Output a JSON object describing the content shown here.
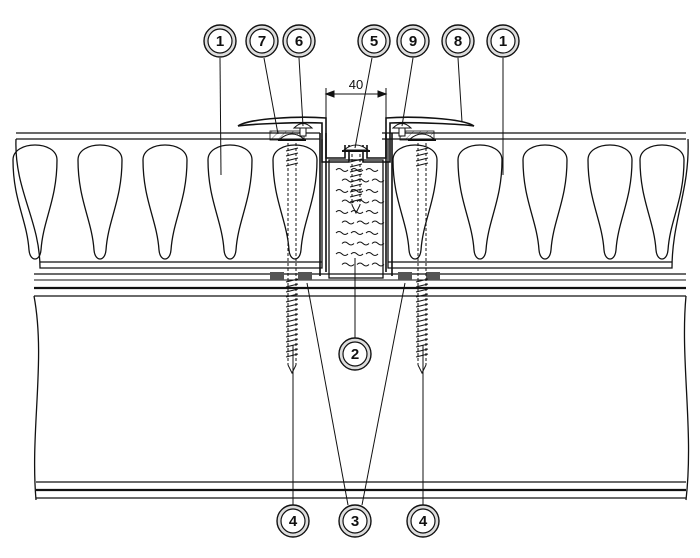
{
  "diagram": {
    "dimension_label": "40",
    "callouts": {
      "c1_left": "1",
      "c7": "7",
      "c6": "6",
      "c5": "5",
      "c9": "9",
      "c8": "8",
      "c1_right": "1",
      "c2": "2",
      "c4_left": "4",
      "c3": "3",
      "c4_right": "4"
    },
    "colors": {
      "line": "#111111",
      "gasket": "#555555",
      "circle_outer": "#dddddd",
      "background": "#ffffff"
    }
  }
}
